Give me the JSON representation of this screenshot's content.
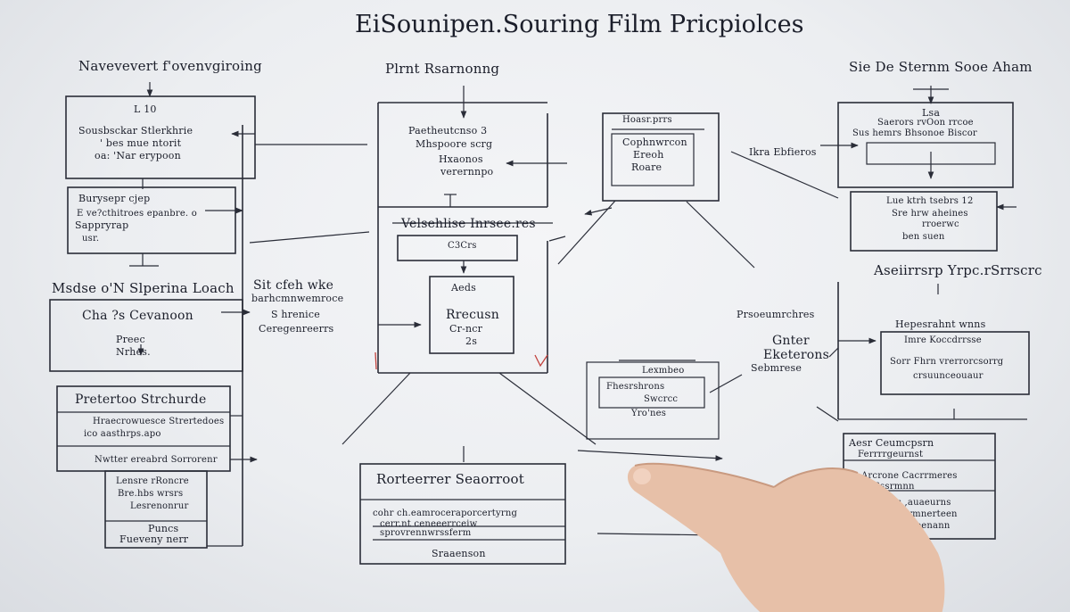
{
  "board": {
    "title": "EiSounipen.Souring Film Pricpiolces",
    "left": {
      "heading": "Navevevert f'ovenvgiroing",
      "box1": {
        "tag": "L 10",
        "line1": "Sousbsckar Stlerkhrie",
        "line2": "' bes mue ntorit",
        "line3": "oa: 'Nar erypoon"
      },
      "box2": {
        "line1": "Burysepr cjep",
        "line2": "E ve?cthitroes epanbre. o",
        "line3": "Sappryrap",
        "line4": "usr."
      },
      "mid_heading": "Msdse o'N Slperina Loach",
      "box3": {
        "line1": "Cha ?s Cevanoon",
        "line2": "Preec",
        "line3": "Nrhes."
      },
      "box4": {
        "header": "Pretertoo Strchurde",
        "line1": "Hraecrowuesce Strertedoes",
        "line2": "ico aasthrps.apo",
        "line3": "Nwtter ereabrd Sorrorenr"
      },
      "box5": {
        "line1": "Lensre rRoncre",
        "line2": "Bre.hbs wrsrs",
        "line3": "Lesrenonrur",
        "line4": "Puncs",
        "line5": "Fueveny nerr"
      }
    },
    "center": {
      "heading": "Plrnt Rsarnonng",
      "box1": {
        "line1": "Paetheutcnso 3",
        "line2": "Mhspoore scrg",
        "line3": "Hxaonos",
        "line4": "verernnpo"
      },
      "label1": "Sit cfeh wke",
      "label2": "barhcmnwemroce",
      "label3": "S hrenice",
      "label4": "Ceregenreerrs",
      "box2": {
        "line1": "Velsehlise Inrsee.res",
        "line2": "C3Crs"
      },
      "box3": {
        "line1": "Aeds",
        "line2": "Rrecusn",
        "line3": "Cr-ncr",
        "line4": "2s"
      },
      "box4": {
        "header": "Rorteerrer Seaorroot",
        "line1": "cohr ch.eamroceraporcertyrng",
        "line2": "cerr.nt ceneeerrceiw",
        "line3": "sprovrennwrssferm",
        "line4": "Sraaenson"
      }
    },
    "middle_right": {
      "box1": {
        "header": "Hoasr.prrs",
        "line1": "Cophnwrcon",
        "line2": "Ereoh",
        "line3": "Roare"
      },
      "box2": {
        "line1": "Lexmbeo",
        "line2": "Fhesrshrons",
        "line3": "Swcrcc",
        "line4": "Yro'nes"
      },
      "label1": "Ikra Ebfieros",
      "label2": "Prsoeumrchres",
      "label3": "Gnter",
      "label4": "Eketerons",
      "label5": "Sebmrese"
    },
    "right": {
      "heading": "Sie De Sternm Sooe Aham",
      "box1": {
        "line1": "Lsa",
        "line2": "Saerors rvOon rrcoe",
        "line3": "Sus hemrs Bhsonoe Biscor"
      },
      "box2": {
        "line1": "Lue ktrh tsebrs 12",
        "line2": "Sre hrw aheines",
        "line3": "rroerwc",
        "line4": "ben suen"
      },
      "mid_heading": "Aseiirrsrp Yrpc.rSrrscrc",
      "box3": {
        "header": "Hepesrahnt wnns",
        "line1": "Imre  Koccdrrsse",
        "line2": "Sorr Fhrn vrerrorcsorrg",
        "line3": "crsuunceouaur"
      },
      "box4": {
        "header": "Aesr  Ceumcpsrn",
        "line1": "Ferrrrgeurnst",
        "line2": "Arcrone  Cacrrmeres",
        "line3": "Sssrmnn",
        "line4": "Arerrss  ,auaeurns",
        "line5": "Ses mnrmnerteen",
        "line6": "Sersmeenann"
      }
    }
  }
}
